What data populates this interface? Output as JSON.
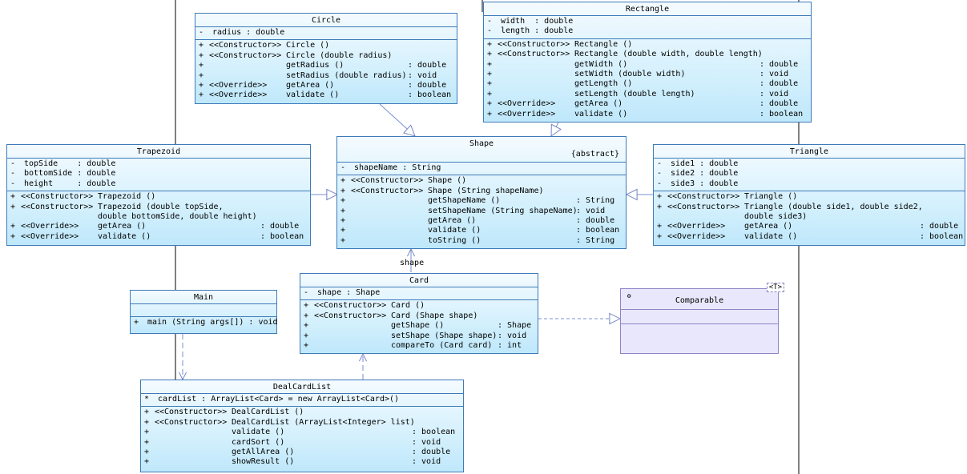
{
  "classes": {
    "circle": {
      "name": "Circle",
      "attributes": [
        {
          "vis": "-",
          "text": "radius : double"
        }
      ],
      "operations": [
        {
          "vis": "+",
          "st": "<<Constructor>>",
          "name": "Circle ()",
          "type": ""
        },
        {
          "vis": "+",
          "st": "<<Constructor>>",
          "name": "Circle (double radius)",
          "type": ""
        },
        {
          "vis": "+",
          "st": "",
          "name": "getRadius ()",
          "type": ": double"
        },
        {
          "vis": "+",
          "st": "",
          "name": "setRadius (double radius)",
          "type": ": void"
        },
        {
          "vis": "+",
          "st": "<<Override>>",
          "name": "getArea ()",
          "type": ": double"
        },
        {
          "vis": "+",
          "st": "<<Override>>",
          "name": "validate ()",
          "type": ": boolean"
        }
      ]
    },
    "rectangle": {
      "name": "Rectangle",
      "attributes": [
        {
          "vis": "-",
          "text": "width  : double"
        },
        {
          "vis": "-",
          "text": "length : double"
        }
      ],
      "operations": [
        {
          "vis": "+",
          "st": "<<Constructor>>",
          "name": "Rectangle ()",
          "type": ""
        },
        {
          "vis": "+",
          "st": "<<Constructor>>",
          "name": "Rectangle (double width, double length)",
          "type": ""
        },
        {
          "vis": "+",
          "st": "",
          "name": "getWidth ()",
          "type": ": double"
        },
        {
          "vis": "+",
          "st": "",
          "name": "setWidth (double width)",
          "type": ": void"
        },
        {
          "vis": "+",
          "st": "",
          "name": "getLength ()",
          "type": ": double"
        },
        {
          "vis": "+",
          "st": "",
          "name": "setLength (double length)",
          "type": ": void"
        },
        {
          "vis": "+",
          "st": "<<Override>>",
          "name": "getArea ()",
          "type": ": double"
        },
        {
          "vis": "+",
          "st": "<<Override>>",
          "name": "validate ()",
          "type": ": boolean"
        }
      ]
    },
    "shape": {
      "name": "Shape",
      "modifier": "{abstract}",
      "attributes": [
        {
          "vis": "-",
          "text": "shapeName : String"
        }
      ],
      "operations": [
        {
          "vis": "+",
          "st": "<<Constructor>>",
          "name": "Shape ()",
          "type": ""
        },
        {
          "vis": "+",
          "st": "<<Constructor>>",
          "name": "Shape (String shapeName)",
          "type": ""
        },
        {
          "vis": "+",
          "st": "",
          "name": "getShapeName ()",
          "type": ": String"
        },
        {
          "vis": "+",
          "st": "",
          "name": "setShapeName (String shapeName)",
          "type": ": void"
        },
        {
          "vis": "+",
          "st": "",
          "name": "getArea ()",
          "type": ": double"
        },
        {
          "vis": "+",
          "st": "",
          "name": "validate ()",
          "type": ": boolean"
        },
        {
          "vis": "+",
          "st": "",
          "name": "toString ()",
          "type": ": String"
        }
      ]
    },
    "trapezoid": {
      "name": "Trapezoid",
      "attributes": [
        {
          "vis": "-",
          "text": "topSide    : double"
        },
        {
          "vis": "-",
          "text": "bottomSide : double"
        },
        {
          "vis": "-",
          "text": "height     : double"
        }
      ],
      "operations": [
        {
          "vis": "+",
          "st": "<<Constructor>>",
          "name": "Trapezoid ()",
          "type": ""
        },
        {
          "vis": "+",
          "st": "<<Constructor>>",
          "name": "Trapezoid (double topSide,",
          "type": ""
        },
        {
          "vis": "",
          "st": "",
          "name": "double bottomSide, double height)",
          "type": ""
        },
        {
          "vis": "+",
          "st": "<<Override>>",
          "name": "getArea ()",
          "type": ": double"
        },
        {
          "vis": "+",
          "st": "<<Override>>",
          "name": "validate ()",
          "type": ": boolean"
        }
      ]
    },
    "triangle": {
      "name": "Triangle",
      "attributes": [
        {
          "vis": "-",
          "text": "side1 : double"
        },
        {
          "vis": "-",
          "text": "side2 : double"
        },
        {
          "vis": "-",
          "text": "side3 : double"
        }
      ],
      "operations": [
        {
          "vis": "+",
          "st": "<<Constructor>>",
          "name": "Triangle ()",
          "type": ""
        },
        {
          "vis": "+",
          "st": "<<Constructor>>",
          "name": "Triangle (double side1, double side2,",
          "type": ""
        },
        {
          "vis": "",
          "st": "",
          "name": "double side3)",
          "type": ""
        },
        {
          "vis": "+",
          "st": "<<Override>>",
          "name": "getArea ()",
          "type": ": double"
        },
        {
          "vis": "+",
          "st": "<<Override>>",
          "name": "validate ()",
          "type": ": boolean"
        }
      ]
    },
    "main": {
      "name": "Main",
      "attributes": [],
      "operations": [
        {
          "vis": "+",
          "st": "",
          "name": "main (String args[]) : void",
          "type": ""
        }
      ]
    },
    "card": {
      "name": "Card",
      "attributes": [
        {
          "vis": "-",
          "text": "shape : Shape"
        }
      ],
      "operations": [
        {
          "vis": "+",
          "st": "<<Constructor>>",
          "name": "Card ()",
          "type": ""
        },
        {
          "vis": "+",
          "st": "<<Constructor>>",
          "name": "Card (Shape shape)",
          "type": ""
        },
        {
          "vis": "+",
          "st": "",
          "name": "getShape ()",
          "type": ": Shape"
        },
        {
          "vis": "+",
          "st": "",
          "name": "setShape (Shape shape)",
          "type": ": void"
        },
        {
          "vis": "+",
          "st": "",
          "name": "compareTo (Card card)",
          "type": ": int"
        }
      ]
    },
    "dealcardlist": {
      "name": "DealCardList",
      "attributes": [
        {
          "vis": "*",
          "text": "cardList : ArrayList<Card> = new ArrayList<Card>()"
        }
      ],
      "operations": [
        {
          "vis": "+",
          "st": "<<Constructor>>",
          "name": "DealCardList ()",
          "type": ""
        },
        {
          "vis": "+",
          "st": "<<Constructor>>",
          "name": "DealCardList (ArrayList<Integer> list)",
          "type": ""
        },
        {
          "vis": "+",
          "st": "",
          "name": "validate ()",
          "type": ": boolean"
        },
        {
          "vis": "+",
          "st": "",
          "name": "cardSort ()",
          "type": ": void"
        },
        {
          "vis": "+",
          "st": "",
          "name": "getAllArea ()",
          "type": ": double"
        },
        {
          "vis": "+",
          "st": "",
          "name": "showResult ()",
          "type": ": void"
        }
      ]
    },
    "comparable": {
      "name": "Comparable",
      "template_param": "<T>",
      "attributes": [],
      "operations": []
    }
  },
  "labels": {
    "shape_role": "shape"
  },
  "colors": {
    "class_border": "#3d7ab8",
    "class_fill": "#d7f1fd",
    "interface_border": "#8c86c9",
    "interface_fill": "#e9e7fb",
    "link": "#7a8fd0"
  }
}
